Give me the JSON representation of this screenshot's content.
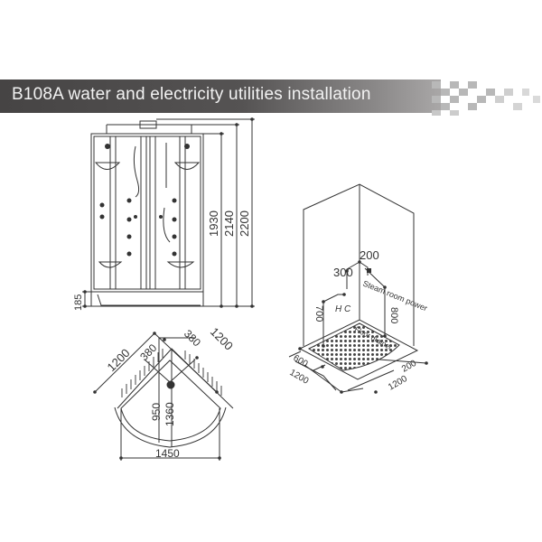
{
  "header": {
    "title": "B108A  water and electricity utilities installation"
  },
  "front_view": {
    "dimensions": {
      "tray_height": "185",
      "cabin_height": "1930",
      "total_height_1": "2140",
      "total_height_2": "2200"
    }
  },
  "top_view": {
    "dimensions": {
      "side_left": "1200",
      "side_right": "1200",
      "corner_left": "380",
      "corner_right": "380",
      "inner_depth": "950",
      "outer_depth": "1360",
      "width": "1450"
    }
  },
  "iso_view": {
    "dimensions": {
      "top_offset": "200",
      "valve_offset": "300",
      "valve_height": "700",
      "power_height": "800",
      "floor_offset_left": "600",
      "floor_offset_right": "200",
      "floor_left": "1200",
      "floor_right": "1200"
    },
    "labels": {
      "hot_cold": "H C",
      "steam_room_power": "Steam room power",
      "floor_drainer": "Floor drainer"
    }
  }
}
